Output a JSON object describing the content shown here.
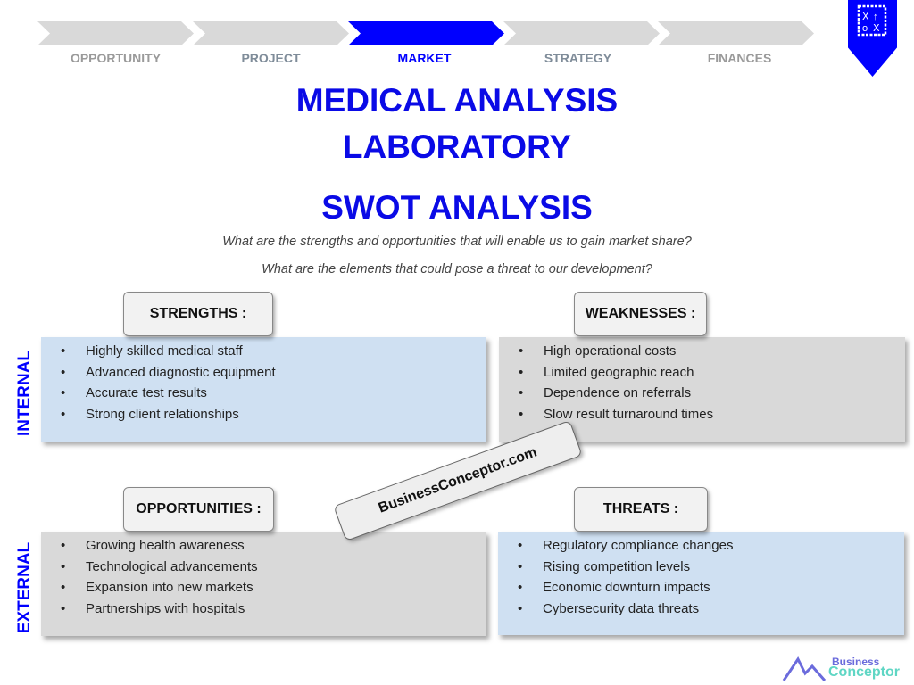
{
  "nav": {
    "steps": [
      {
        "label": "OPPORTUNITY"
      },
      {
        "label": "PROJECT"
      },
      {
        "label": "MARKET",
        "active": true
      },
      {
        "label": "STRATEGY"
      },
      {
        "label": "FINANCES"
      }
    ]
  },
  "title": {
    "line1": "MEDICAL ANALYSIS",
    "line2": "LABORATORY",
    "line3": "SWOT ANALYSIS"
  },
  "subtitle": {
    "q1": "What are the strengths and opportunities that will enable us to gain market share?",
    "q2": "What are the elements that could pose a threat to our development?"
  },
  "axes": {
    "internal": "INTERNAL",
    "external": "EXTERNAL"
  },
  "strengths": {
    "label": "STRENGTHS :",
    "items": [
      "Highly skilled medical staff",
      "Advanced diagnostic equipment",
      "Accurate test results",
      "Strong client relationships"
    ]
  },
  "weaknesses": {
    "label": "WEAKNESSES :",
    "items": [
      "High operational costs",
      "Limited geographic reach",
      "Dependence on referrals",
      "Slow result turnaround times"
    ]
  },
  "opportunities": {
    "label": "OPPORTUNITIES :",
    "items": [
      "Growing health awareness",
      "Technological advancements",
      "Expansion into new markets",
      "Partnerships with hospitals"
    ]
  },
  "threats": {
    "label": "THREATS :",
    "items": [
      "Regulatory compliance changes",
      "Rising competition levels",
      "Economic downturn impacts",
      "Cybersecurity data threats"
    ]
  },
  "watermark": "BusinessConceptor.com",
  "logo": {
    "line1": "Business",
    "line2": "Conceptor"
  },
  "colors": {
    "accent": "#0000ff",
    "blue_box": "#cfe0f2",
    "gray_box": "#d9d9d9"
  }
}
